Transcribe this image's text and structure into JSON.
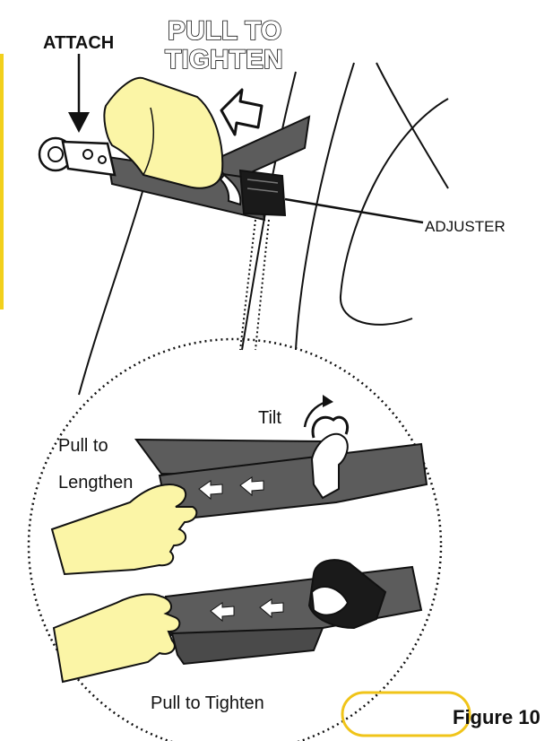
{
  "labels": {
    "attach": "ATTACH",
    "pull_to_tighten_title_line1": "PULL TO",
    "pull_to_tighten_title_line2": "TIGHTEN",
    "adjuster": "ADJUSTER",
    "tilt": "Tilt",
    "pull_to_lengthen_line1": "Pull to",
    "pull_to_lengthen_line2": "Lengthen",
    "pull_to_tighten_bottom": "Pull to Tighten",
    "figure": "Figure 10"
  },
  "colors": {
    "strap": "#5c5c5c",
    "strap_dark": "#3a3a3a",
    "glove": "#fbf5a6",
    "outline": "#111111",
    "highlight_ring": "#f0c419",
    "left_edge_bar": "#f2d01c"
  },
  "icons": [
    "attach-arrow-icon",
    "pull-arrow-icon",
    "tilt-arrow-icon",
    "strap-direction-arrow-icon",
    "glove-hand-icon",
    "buckle-icon",
    "adjuster-block-icon"
  ]
}
